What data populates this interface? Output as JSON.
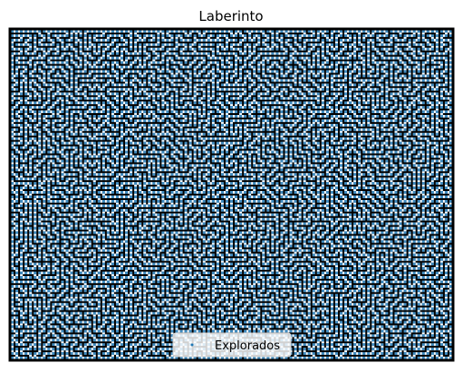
{
  "title": "Laberinto",
  "legend": {
    "label": "Explorados",
    "placement": "lower center"
  },
  "maze": {
    "cols": 97,
    "rows": 74,
    "wall_color": "#000000",
    "background_color": "#ffffff",
    "explored_color": "#1f77b4",
    "explored_pattern": "all-cells-explored"
  }
}
